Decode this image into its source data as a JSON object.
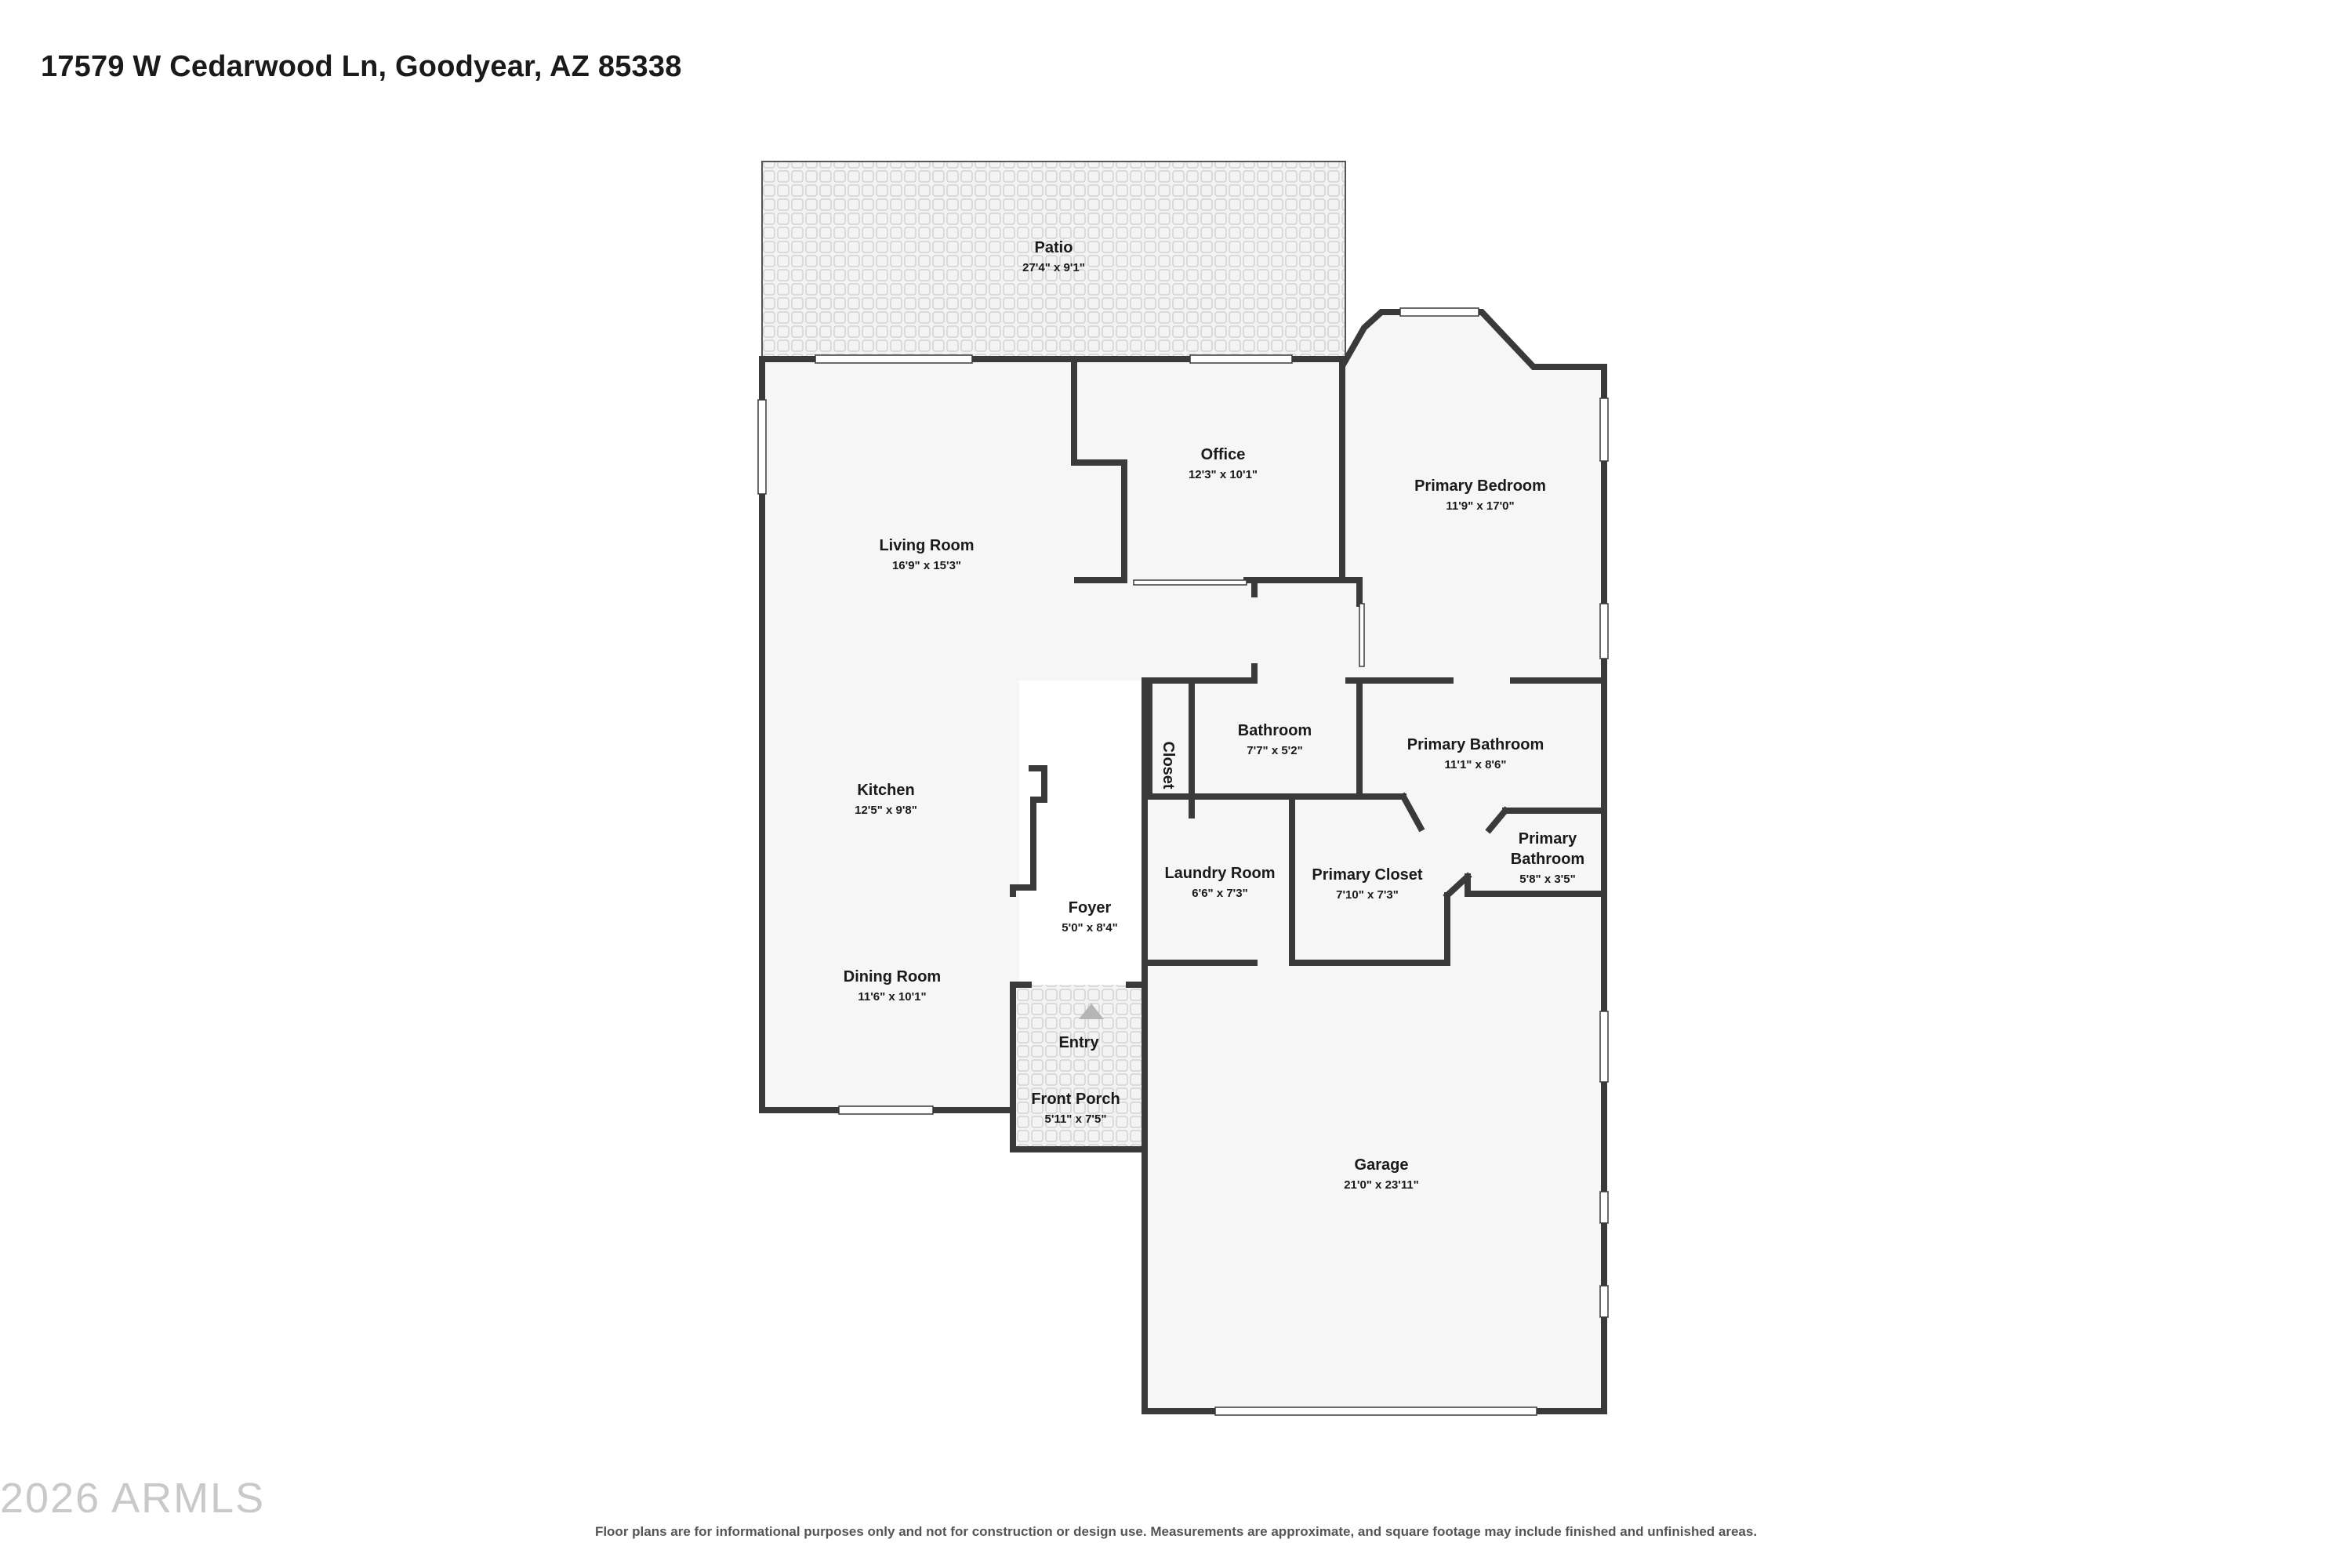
{
  "header": {
    "address": "17579 W Cedarwood Ln, Goodyear, AZ 85338"
  },
  "watermark": "2026 ARMLS",
  "disclaimer": "Floor plans are for informational purposes only and not for construction or design use. Measurements are approximate, and square footage may include finished and unfinished areas.",
  "colors": {
    "wall": "#3a3a3a",
    "floor": "#f6f6f6",
    "window": "#ffffff",
    "paving": "#f0f0f0"
  },
  "rooms": [
    {
      "id": "patio",
      "name": "Patio",
      "dims": "27'4\" x 9'1\""
    },
    {
      "id": "office",
      "name": "Office",
      "dims": "12'3\" x 10'1\""
    },
    {
      "id": "primary-bedroom",
      "name": "Primary Bedroom",
      "dims": "11'9\" x 17'0\""
    },
    {
      "id": "living-room",
      "name": "Living Room",
      "dims": "16'9\" x 15'3\""
    },
    {
      "id": "bathroom",
      "name": "Bathroom",
      "dims": "7'7\" x 5'2\""
    },
    {
      "id": "primary-bathroom",
      "name": "Primary Bathroom",
      "dims": "11'1\" x 8'6\""
    },
    {
      "id": "closet",
      "name": "Closet",
      "dims": ""
    },
    {
      "id": "kitchen",
      "name": "Kitchen",
      "dims": "12'5\" x 9'8\""
    },
    {
      "id": "laundry-room",
      "name": "Laundry Room",
      "dims": "6'6\" x 7'3\""
    },
    {
      "id": "primary-closet",
      "name": "Primary Closet",
      "dims": "7'10\" x 7'3\""
    },
    {
      "id": "primary-bathroom-2",
      "name": "Primary Bathroom",
      "dims": "5'8\" x 3'5\""
    },
    {
      "id": "foyer",
      "name": "Foyer",
      "dims": "5'0\" x 8'4\""
    },
    {
      "id": "dining-room",
      "name": "Dining Room",
      "dims": "11'6\" x 10'1\""
    },
    {
      "id": "entry",
      "name": "Entry",
      "dims": ""
    },
    {
      "id": "front-porch",
      "name": "Front Porch",
      "dims": "5'11\" x 7'5\""
    },
    {
      "id": "garage",
      "name": "Garage",
      "dims": "21'0\" x 23'11\""
    }
  ]
}
